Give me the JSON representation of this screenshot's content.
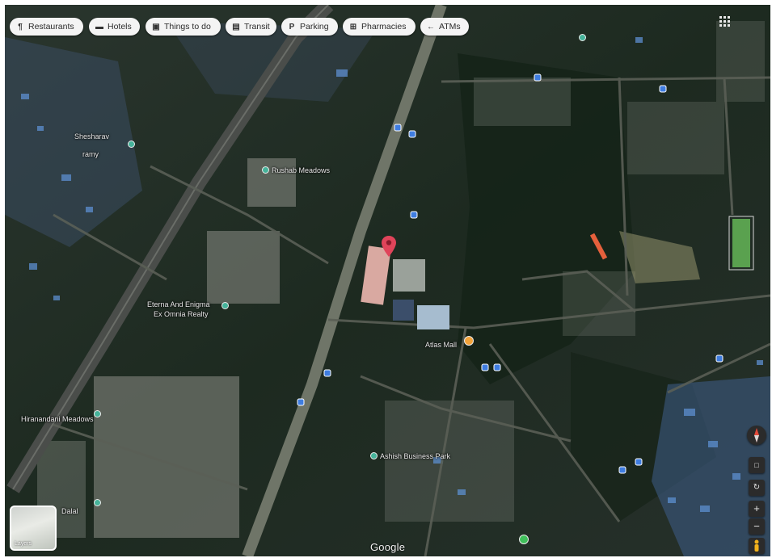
{
  "chips": [
    {
      "label": "Restaurants",
      "icon": "fork-knife-icon",
      "glyph": "¶"
    },
    {
      "label": "Hotels",
      "icon": "bed-icon",
      "glyph": "▬"
    },
    {
      "label": "Things to do",
      "icon": "camera-icon",
      "glyph": "▣"
    },
    {
      "label": "Transit",
      "icon": "bus-icon",
      "glyph": "▤"
    },
    {
      "label": "Parking",
      "icon": "parking-icon",
      "glyph": "P"
    },
    {
      "label": "Pharmacies",
      "icon": "pharmacy-icon",
      "glyph": "⊞"
    },
    {
      "label": "ATMs",
      "icon": "atm-icon",
      "glyph": "←"
    }
  ],
  "map_labels": [
    {
      "text": "Shesharav"
    },
    {
      "text": "ramy"
    },
    {
      "text": "Eterna And Enigma"
    },
    {
      "text": "Ex Omnia Realty"
    },
    {
      "text": "Rushab Meadows"
    },
    {
      "text": "Atlas Mall"
    },
    {
      "text": "Ashish Business Park"
    },
    {
      "text": "Hiranandani Meadows"
    },
    {
      "text": "Dalal"
    }
  ],
  "layers_label": "Layers",
  "google_label": "Google",
  "controls": {
    "zoom_in": "+",
    "zoom_out": "−",
    "pegman": "street-view-icon"
  },
  "colors": {
    "pin": "#e0445a",
    "orange_poi": "#f2a33a",
    "green_poi": "#3fbf5a",
    "teal_poi": "#46b39a",
    "transit_blue": "#3f7de0"
  }
}
